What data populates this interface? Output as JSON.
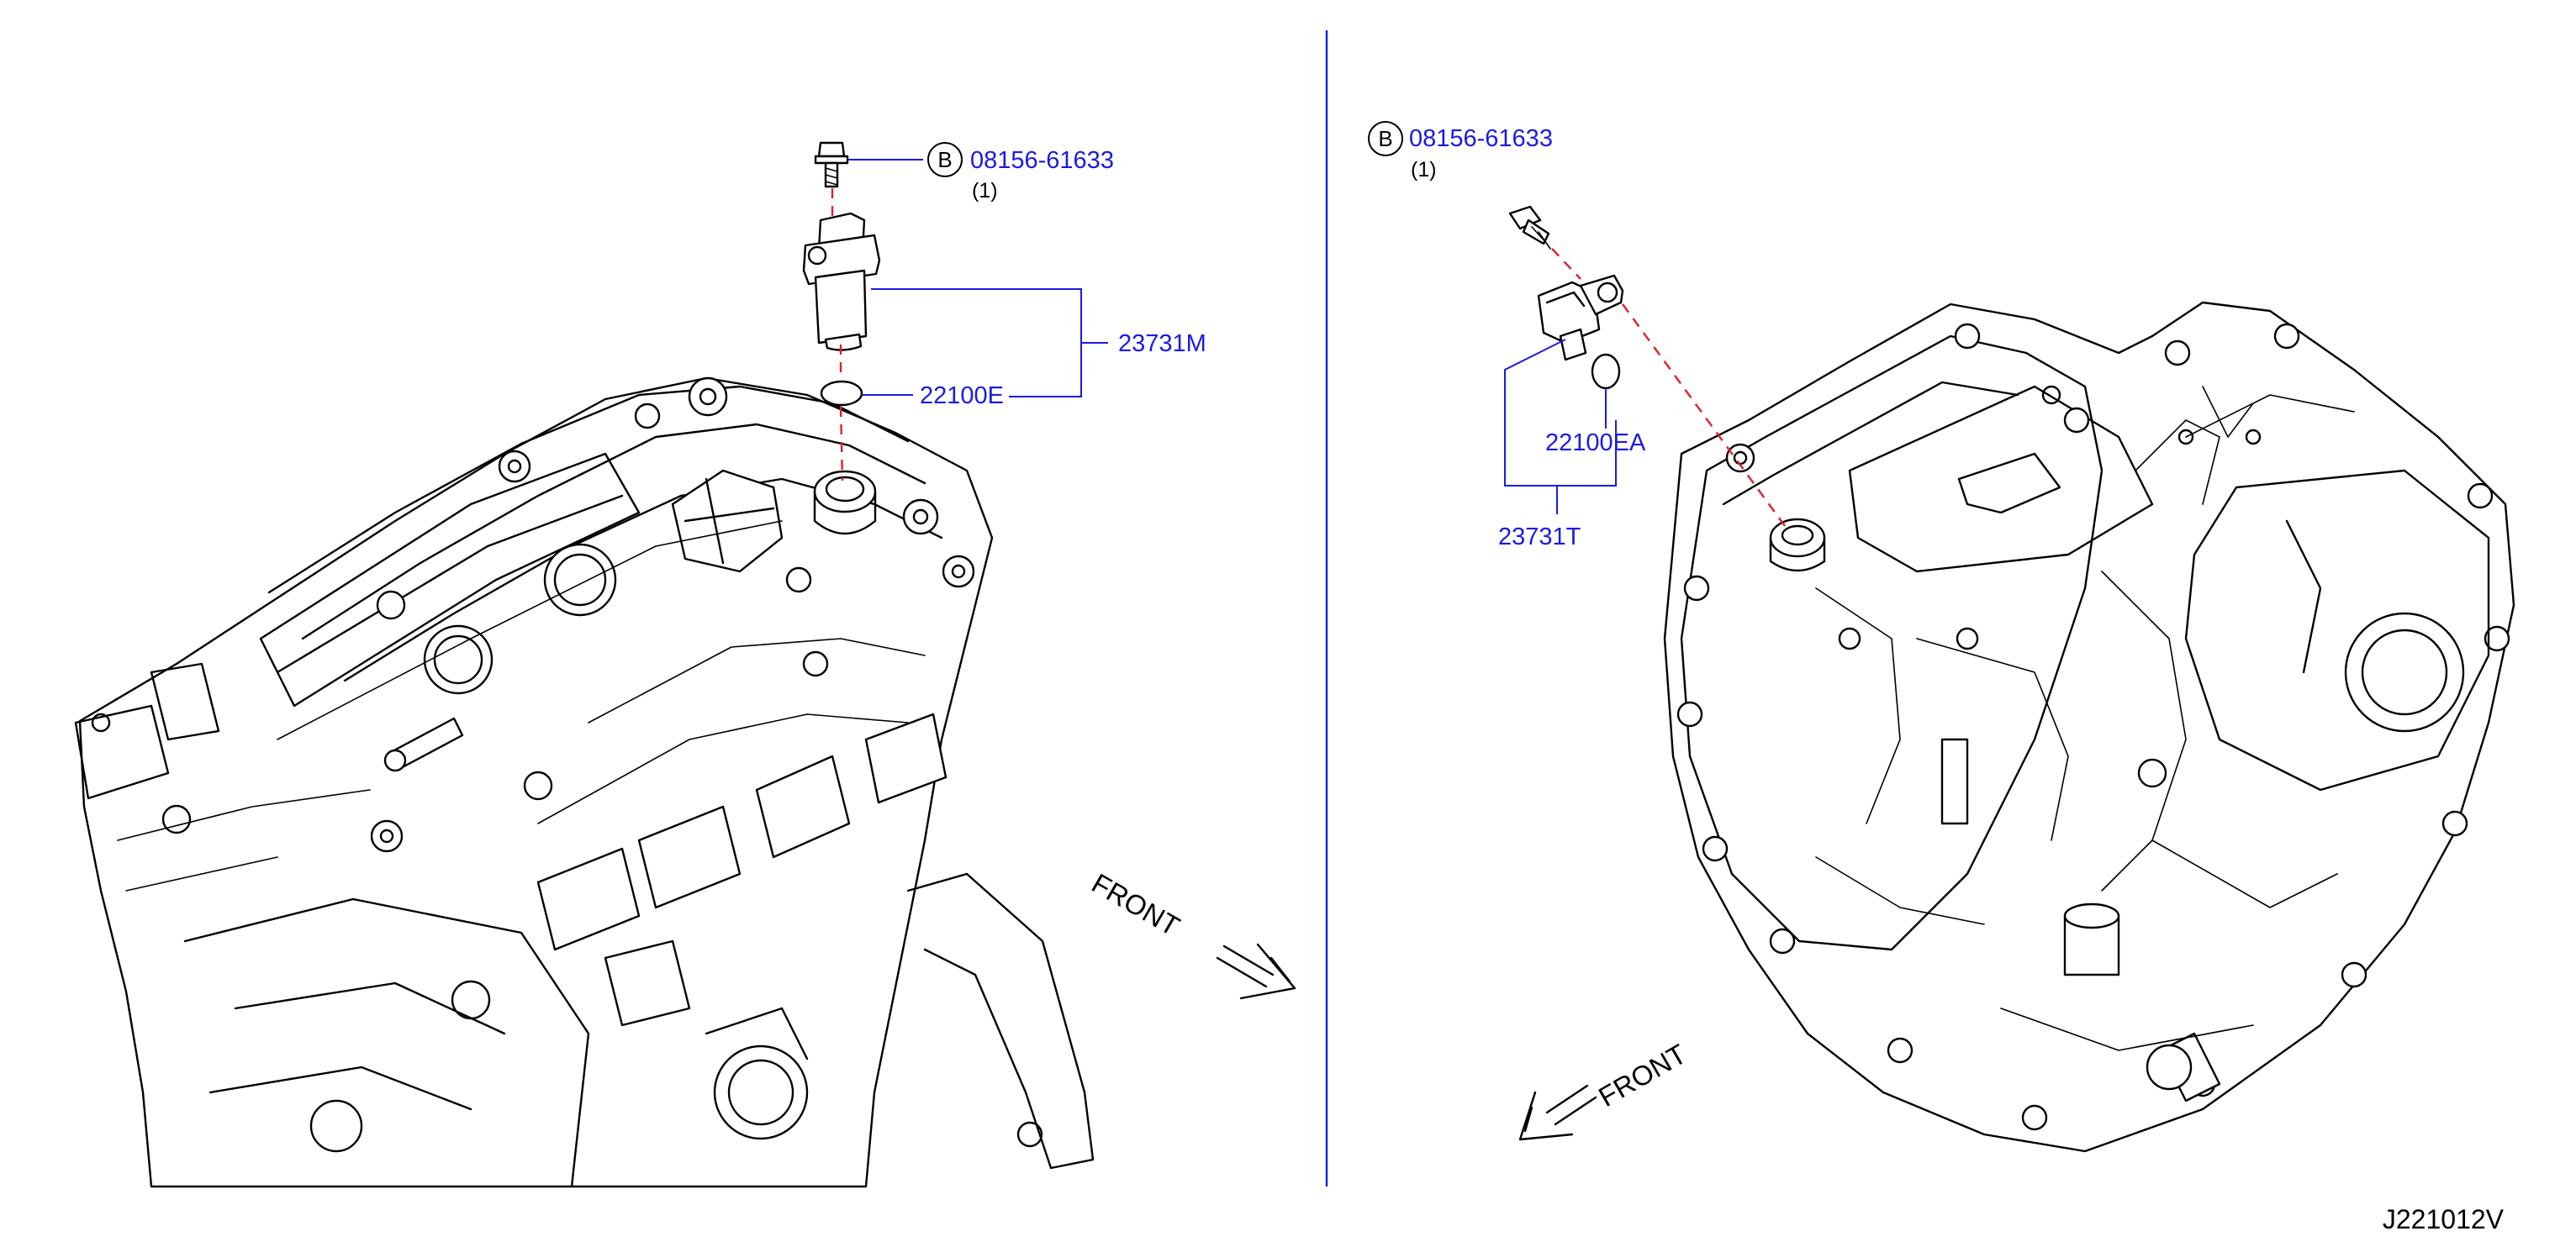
{
  "left_panel": {
    "bolt_part_no": "08156-61633",
    "bolt_qty": "(1)",
    "bolt_marker": "B",
    "sensor_part_no": "23731M",
    "oring_part_no": "22100E",
    "front_label": "FRONT"
  },
  "right_panel": {
    "bolt_part_no": "08156-61633",
    "bolt_qty": "(1)",
    "bolt_marker": "B",
    "sensor_part_no": "23731T",
    "oring_part_no": "22100EA",
    "front_label": "FRONT"
  },
  "diagram_id": "J221012V",
  "colors": {
    "label_blue": "#1a1ae6",
    "dash_red": "#e0202a",
    "divider_blue": "#1a1ae6",
    "ink": "#000000"
  }
}
